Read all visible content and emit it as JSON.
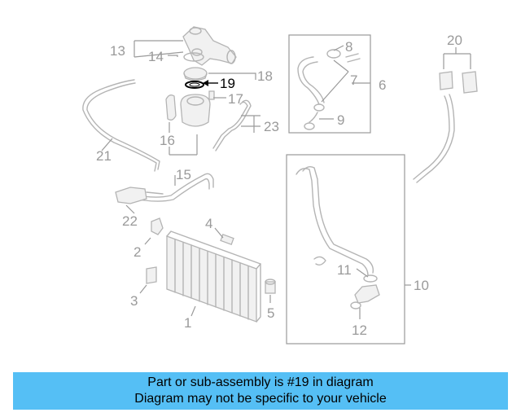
{
  "callouts": {
    "c1": "1",
    "c2": "2",
    "c3": "3",
    "c4": "4",
    "c5": "5",
    "c6": "6",
    "c7": "7",
    "c8": "8",
    "c9": "9",
    "c10": "10",
    "c11": "11",
    "c12": "12",
    "c13": "13",
    "c14": "14",
    "c15": "15",
    "c16": "16",
    "c17": "17",
    "c18": "18",
    "c19": "19",
    "c20": "20",
    "c21": "21",
    "c22": "22",
    "c23": "23"
  },
  "highlighted_part": "19",
  "banner": {
    "line1": "Part or sub-assembly is #19 in diagram",
    "line2": "Diagram may not be specific to your vehicle",
    "background": "#55bff5"
  },
  "colors": {
    "linework": "#b4b4b4",
    "labels": "#9a9a9a",
    "highlight": "#000000"
  }
}
